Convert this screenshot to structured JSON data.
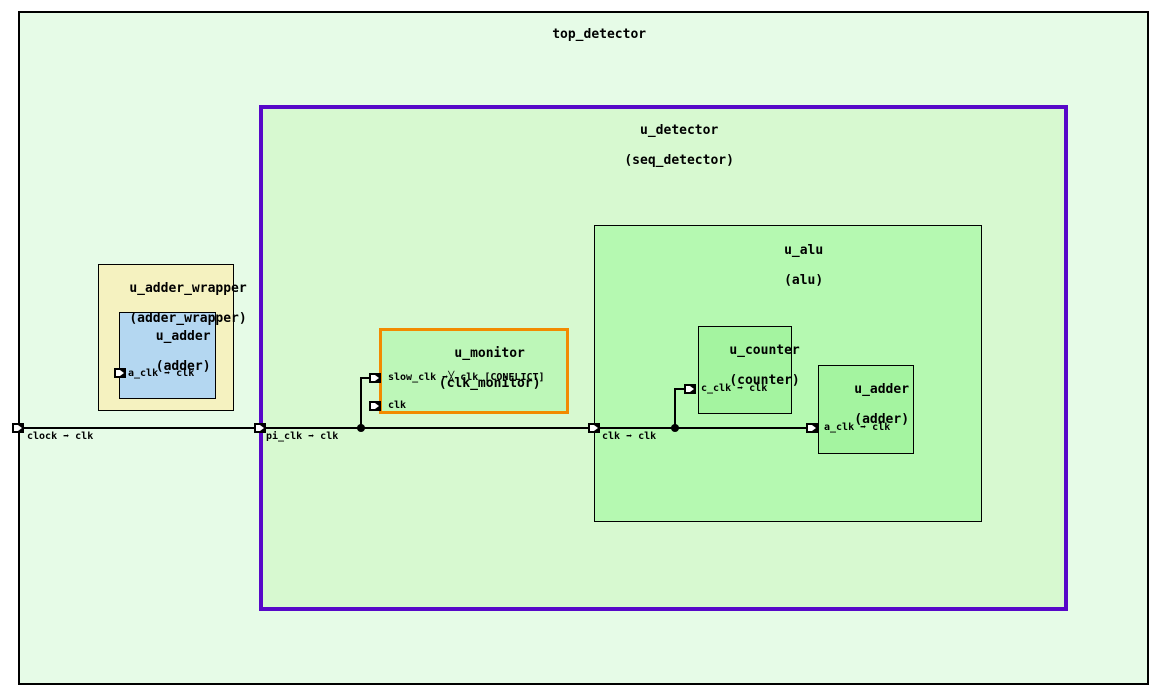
{
  "diagram_type": "clock-domain hierarchy block diagram",
  "colors": {
    "canvas": "#ffffff",
    "top_fill": "#e6fbe7",
    "detector_fill": "#d7f9d0",
    "detector_border": "#5708c8",
    "monitor_fill": "#bdf7b8",
    "monitor_border": "#f28a00",
    "alu_fill": "#b5f9b1",
    "leaf_green_fill": "#a4f4a0",
    "wrapper_fill": "#f5f2c0",
    "blue_adder_fill": "#b4d7f1",
    "wire": "#000000",
    "text": "#000000"
  },
  "top": {
    "title": "top_detector",
    "port_label": "clock ➡ clk"
  },
  "adder_wrapper": {
    "instance": "u_adder_wrapper",
    "module": "(adder_wrapper)",
    "adder": {
      "instance": "u_adder",
      "module": "(adder)",
      "port_label": "a_clk ➡ clk"
    }
  },
  "detector": {
    "instance": "u_detector",
    "module": "(seq_detector)",
    "port_label": "pi_clk ➡ clk",
    "monitor": {
      "instance": "u_monitor",
      "module": "(clk_monitor)",
      "port_slow_clk": "slow_clk ➡╳ clk [CONFLICT]",
      "port_clk": "clk"
    },
    "alu": {
      "instance": "u_alu",
      "module": "(alu)",
      "port_label": "clk ➡ clk",
      "counter": {
        "instance": "u_counter",
        "module": "(counter)",
        "port_label": "c_clk ➡ clk"
      },
      "adder": {
        "instance": "u_adder",
        "module": "(adder)",
        "port_label": "a_clk ➡ clk"
      }
    }
  }
}
